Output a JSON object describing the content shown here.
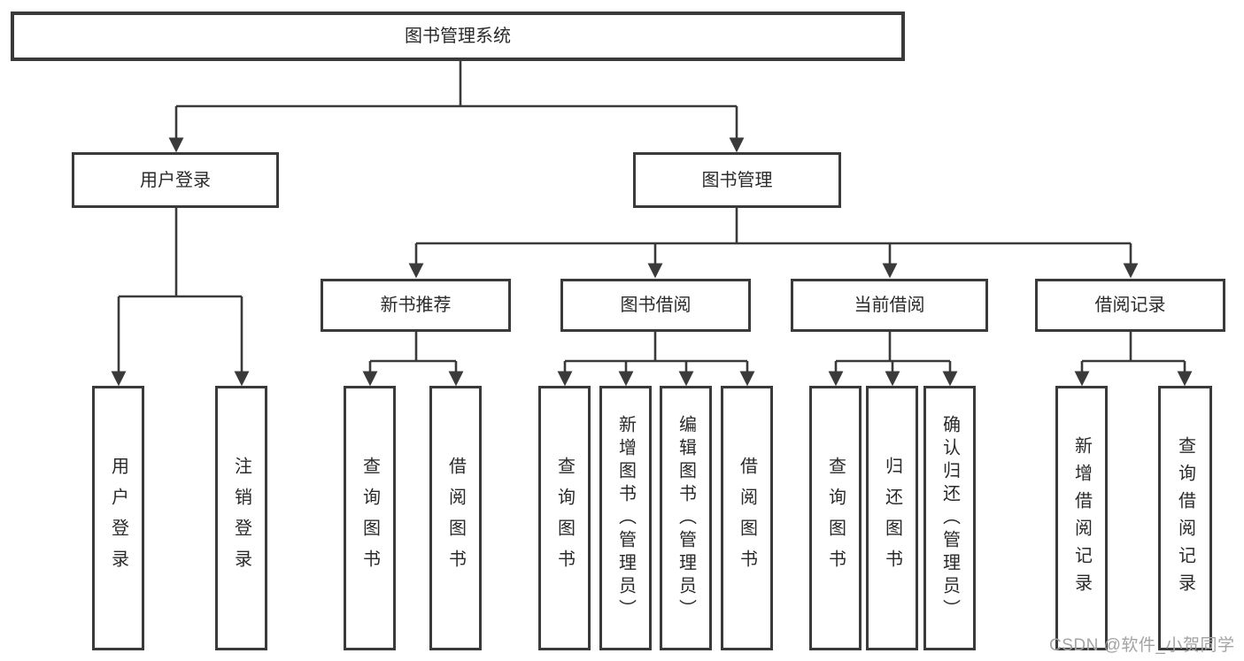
{
  "diagram_type": "hierarchy-tree",
  "colors": {
    "line": "#3a3a3a",
    "text": "#2a2a2a",
    "watermark": "#a3a3a3",
    "background": "#ffffff"
  },
  "tree": {
    "label": "图书管理系统",
    "children": [
      {
        "label": "用户登录",
        "children": [
          {
            "label": "用户登录"
          },
          {
            "label": "注销登录"
          }
        ]
      },
      {
        "label": "图书管理",
        "children": [
          {
            "label": "新书推荐",
            "children": [
              {
                "label": "查询图书"
              },
              {
                "label": "借阅图书"
              }
            ]
          },
          {
            "label": "图书借阅",
            "children": [
              {
                "label": "查询图书"
              },
              {
                "label": "新增图书（管理员）"
              },
              {
                "label": "编辑图书（管理员）"
              },
              {
                "label": "借阅图书"
              }
            ]
          },
          {
            "label": "当前借阅",
            "children": [
              {
                "label": "查询图书"
              },
              {
                "label": "归还图书"
              },
              {
                "label": "确认归还（管理员）"
              }
            ]
          },
          {
            "label": "借阅记录",
            "children": [
              {
                "label": "新增借阅记录"
              },
              {
                "label": "查询借阅记录"
              }
            ]
          }
        ]
      }
    ]
  },
  "watermark": {
    "text": "CSDN @软件_小贺同学"
  }
}
